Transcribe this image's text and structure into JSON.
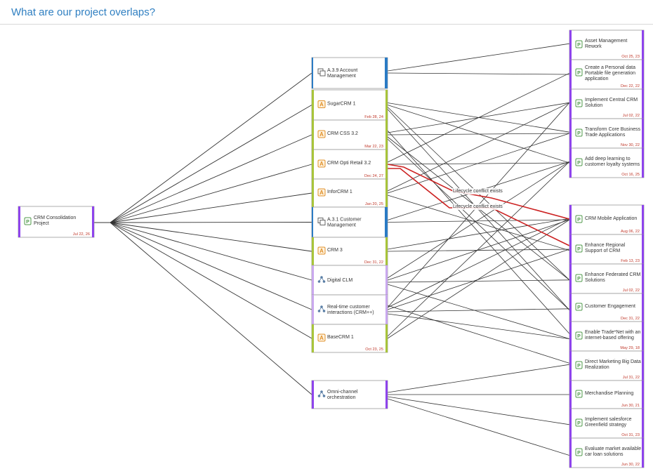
{
  "header": {
    "title": "What are our project overlaps?"
  },
  "colors": {
    "purple": "#8e44ec",
    "blue": "#2b7bc4",
    "olive": "#a8c43a",
    "lavender": "#c9a8ee",
    "line": "#333333",
    "conflict": "#cc2222",
    "date": "#c0392b",
    "project_icon": "#4f9a4a",
    "app_icon": "#e0902a"
  },
  "nodes": [
    {
      "id": "root",
      "label": [
        "CRM Consolidation",
        "Project"
      ],
      "date": "Jul 22, 26",
      "icon": "project-icon"
    },
    {
      "id": "a39",
      "label": [
        "A.3.9 Account",
        "Management"
      ],
      "date": "",
      "icon": "capability-icon"
    },
    {
      "id": "sugar",
      "label": [
        "SugarCRM 1"
      ],
      "date": "Feb 28, 24",
      "icon": "application-icon"
    },
    {
      "id": "css",
      "label": [
        "CRM CSS 3.2"
      ],
      "date": "Mar 22, 23",
      "icon": "application-icon"
    },
    {
      "id": "opti",
      "label": [
        "CRM Opti Retail 3.2"
      ],
      "date": "Dec 24, 27",
      "icon": "application-icon"
    },
    {
      "id": "infor",
      "label": [
        "InforCRM 1"
      ],
      "date": "Jan 20, 25",
      "icon": "application-icon"
    },
    {
      "id": "a31",
      "label": [
        "A.3.1 Customer",
        "Management"
      ],
      "date": "",
      "icon": "capability-icon"
    },
    {
      "id": "crm3",
      "label": [
        "CRM 3"
      ],
      "date": "Dec 31, 22",
      "icon": "application-icon"
    },
    {
      "id": "dclm",
      "label": [
        "Digital CLM"
      ],
      "date": "",
      "icon": "process-icon"
    },
    {
      "id": "rtci",
      "label": [
        "Real-time customer",
        "interactions (CRM++)"
      ],
      "date": "",
      "icon": "process-icon"
    },
    {
      "id": "base",
      "label": [
        "BaseCRM 1"
      ],
      "date": "Oct 23, 25",
      "icon": "application-icon"
    },
    {
      "id": "omni",
      "label": [
        "Omni-channel",
        "orchestration"
      ],
      "date": "",
      "icon": "process-icon"
    },
    {
      "id": "r1",
      "label": [
        "Asset Management",
        "Rework"
      ],
      "date": "Oct 25, 23",
      "icon": "project-icon"
    },
    {
      "id": "r2",
      "label": [
        "Create a Personal data",
        "Portable file generation",
        "application"
      ],
      "date": "Dec 22, 22",
      "icon": "project-icon"
    },
    {
      "id": "r3",
      "label": [
        "Implement Central CRM",
        "Solution"
      ],
      "date": "Jul 02, 22",
      "icon": "project-icon"
    },
    {
      "id": "r4",
      "label": [
        "Transform Core Business",
        "Trade Applications"
      ],
      "date": "Nov 30, 22",
      "icon": "project-icon"
    },
    {
      "id": "r5",
      "label": [
        "Add deep learning to",
        "customer loyalty systems"
      ],
      "date": "Oct 16, 25",
      "icon": "project-icon"
    },
    {
      "id": "r6",
      "label": [
        "CRM Mobile Application"
      ],
      "date": "Aug 06, 22",
      "icon": "project-icon"
    },
    {
      "id": "r7",
      "label": [
        "Enhance Regional",
        "Support of CRM"
      ],
      "date": "Feb 13, 23",
      "icon": "project-icon"
    },
    {
      "id": "r8",
      "label": [
        "Enhance Federated CRM",
        "Solutions"
      ],
      "date": "Jul 02, 22",
      "icon": "project-icon"
    },
    {
      "id": "r9",
      "label": [
        "Customer Engagement"
      ],
      "date": "Dec 31, 22",
      "icon": "project-icon"
    },
    {
      "id": "r10",
      "label": [
        "Enable Trade*Net with an",
        "internet-based offering"
      ],
      "date": "May 29, 18",
      "icon": "project-icon"
    },
    {
      "id": "r11",
      "label": [
        "Direct Marketing Big Data",
        "Realization"
      ],
      "date": "Jul 31, 22",
      "icon": "project-icon"
    },
    {
      "id": "r12",
      "label": [
        "Merchandise Planning"
      ],
      "date": "Jun 30, 21",
      "icon": "project-icon"
    },
    {
      "id": "r13",
      "label": [
        "Implement salesforce",
        "Greenfield strategy"
      ],
      "date": "Oct 31, 23",
      "icon": "project-icon"
    },
    {
      "id": "r14",
      "label": [
        "Evaluate market available",
        "car loan solutions"
      ],
      "date": "Jun 30, 22",
      "icon": "project-icon"
    }
  ],
  "conflict_labels": [
    "Lifecycle conflict exists",
    "Lifecycle conflict exists"
  ]
}
